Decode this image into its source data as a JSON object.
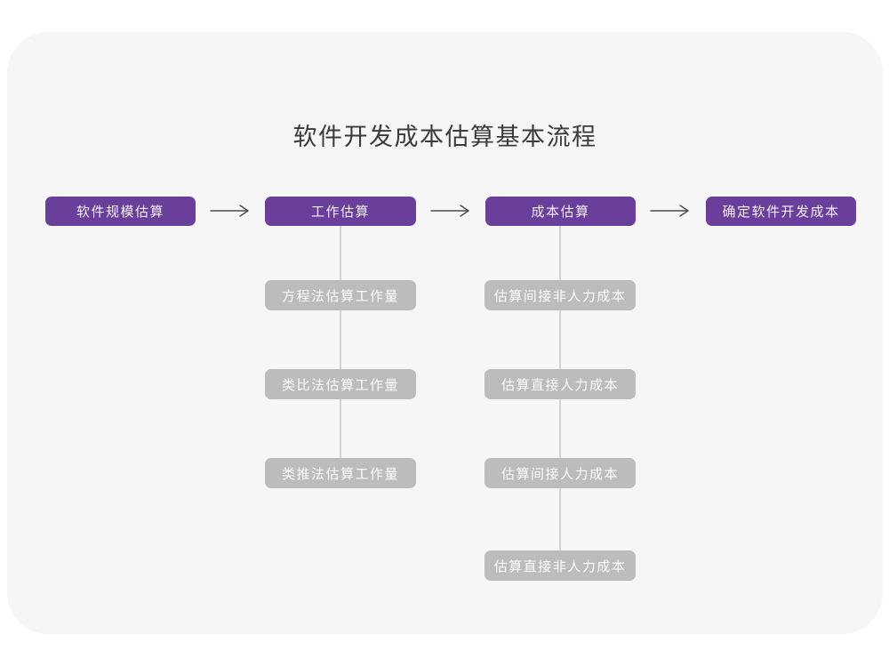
{
  "title": "软件开发成本估算基本流程",
  "colors": {
    "page_bg": "#ffffff",
    "panel_bg": "#f6f6f7",
    "primary_purple": "#693f9b",
    "gray_box": "#bcbcbc",
    "connector_line": "#d2d2d2",
    "arrow": "#4a4a4a",
    "title_text": "#3b3b3b",
    "box_text": "#ffffff"
  },
  "icons": {
    "flow_arrow": "→"
  },
  "flow": {
    "main_steps": [
      {
        "label": "软件规模估算"
      },
      {
        "label": "工作估算"
      },
      {
        "label": "成本估算"
      },
      {
        "label": "确定软件开发成本"
      }
    ],
    "work_estimation_methods": [
      {
        "label": "方程法估算工作量"
      },
      {
        "label": "类比法估算工作量"
      },
      {
        "label": "类推法估算工作量"
      }
    ],
    "cost_estimation_items": [
      {
        "label": "估算间接非人力成本"
      },
      {
        "label": "估算直接人力成本"
      },
      {
        "label": "估算间接人力成本"
      },
      {
        "label": "估算直接非人力成本"
      }
    ]
  }
}
